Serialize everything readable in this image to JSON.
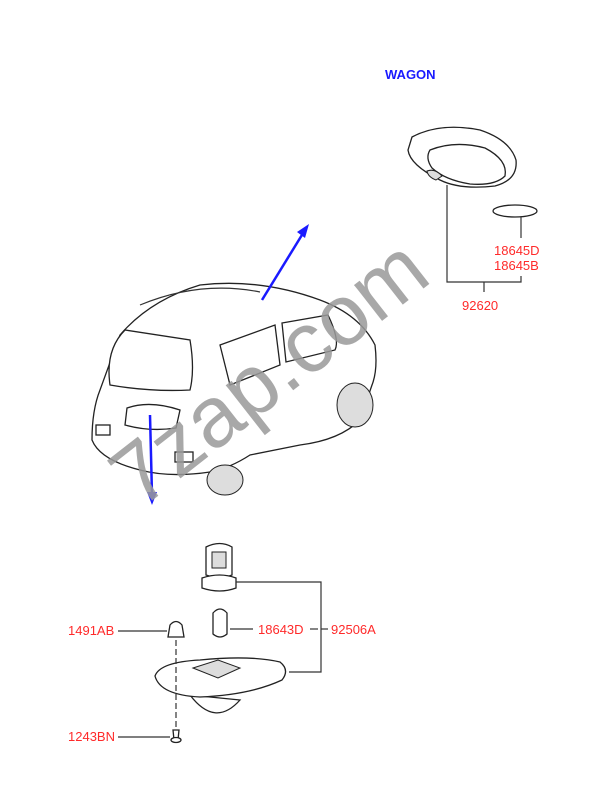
{
  "diagram": {
    "variant_label": "WAGON",
    "watermark": "7zap.com",
    "colors": {
      "label": "#ff2a2a",
      "title": "#1a1aff",
      "arrow": "#1a1aff"
    },
    "callouts": {
      "dome_lamp_assy": "92620",
      "dome_bulb_1": "18645D",
      "dome_bulb_2": "18645B",
      "license_lamp_assy": "92506A",
      "license_bulb": "18643D",
      "clip": "1491AB",
      "screw": "1243BN"
    }
  }
}
